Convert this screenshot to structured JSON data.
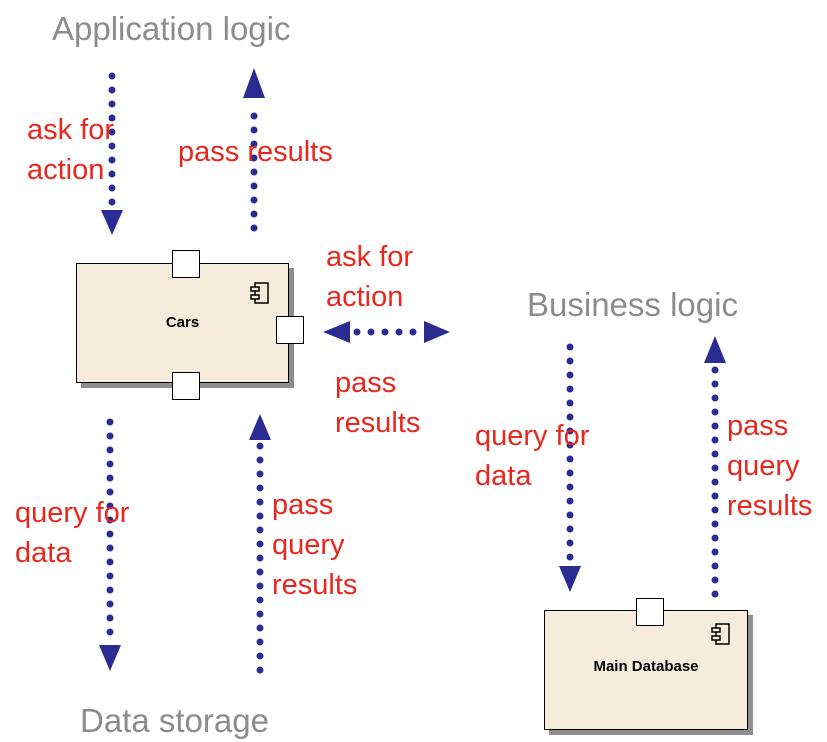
{
  "colors": {
    "arrow": "#2a2c92",
    "label": "#e8281e",
    "layer_title": "#8c8c8c",
    "component_fill": "#f5ecdc"
  },
  "layers": {
    "application": "Application logic",
    "business": "Business logic",
    "storage": "Data storage"
  },
  "components": {
    "cars": "Cars",
    "main_database": "Main Database"
  },
  "labels": {
    "app_ask": [
      "ask for",
      "action"
    ],
    "app_pass": "pass results",
    "side_ask": [
      "ask for",
      "action"
    ],
    "side_pass": [
      "pass",
      "results"
    ],
    "cars_query": [
      "query for",
      "data"
    ],
    "cars_pass": [
      "pass",
      "query",
      "results"
    ],
    "db_query": [
      "query for",
      "data"
    ],
    "db_pass": [
      "pass",
      "query",
      "results"
    ]
  },
  "icons": {
    "component": "uml-component-icon"
  }
}
